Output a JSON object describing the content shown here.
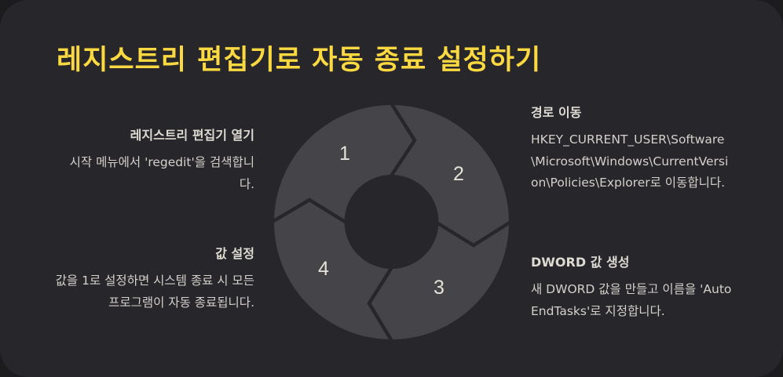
{
  "title": "레지스트리 편집기로 자동 종료 설정하기",
  "colors": {
    "background": "#27262b",
    "title": "#fcd940",
    "segment": "#454449",
    "separator": "#27262b",
    "text": "#d4d1ca"
  },
  "steps": [
    {
      "number": "1",
      "title": "레지스트리 편집기 열기",
      "description": "시작 메뉴에서 'regedit'을 검색합니다."
    },
    {
      "number": "2",
      "title": "경로 이동",
      "description": "HKEY_CURRENT_USER\\Software\\Microsoft\\Windows\\CurrentVersion\\Policies\\Explorer로 이동합니다."
    },
    {
      "number": "3",
      "title": "DWORD 값 생성",
      "description": "새 DWORD 값을 만들고 이름을 'AutoEndTasks'로 지정합니다."
    },
    {
      "number": "4",
      "title": "값 설정",
      "description": "값을 1로 설정하면 시스템 종료 시 모든 프로그램이 자동 종료됩니다."
    }
  ]
}
